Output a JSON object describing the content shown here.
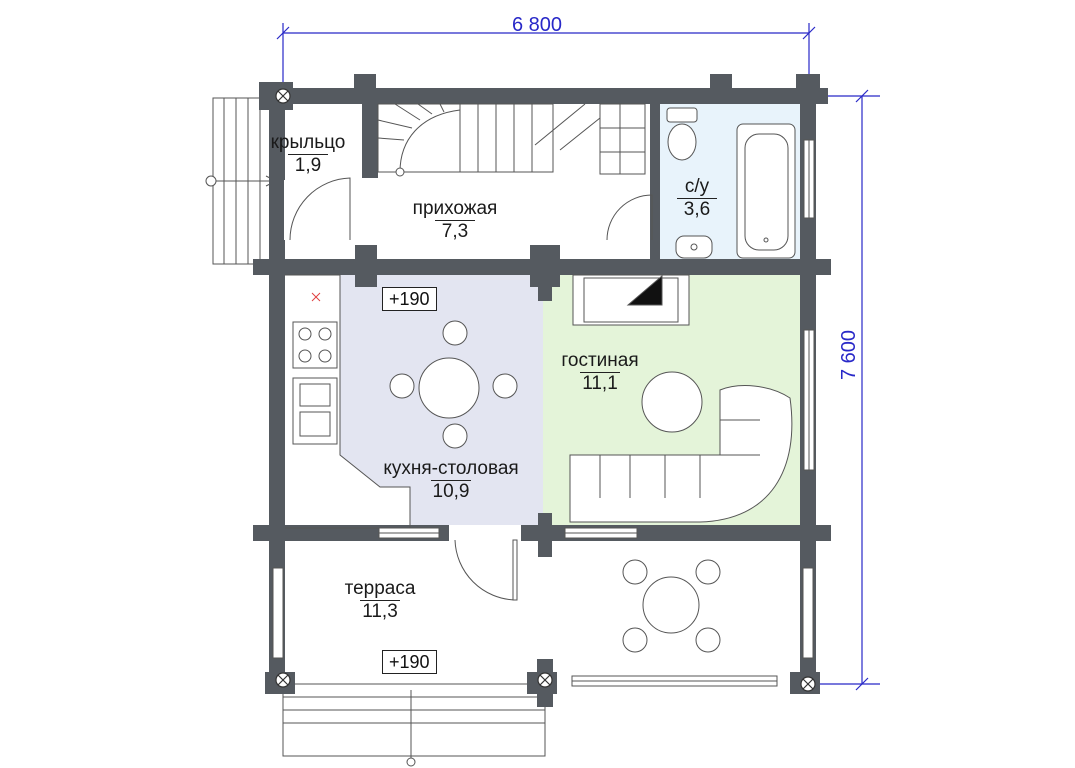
{
  "dimensions": {
    "width": "6 800",
    "height": "7 600"
  },
  "rooms": [
    {
      "key": "porch",
      "name": "крыльцо",
      "area": "1,9"
    },
    {
      "key": "hall",
      "name": "прихожая",
      "area": "7,3"
    },
    {
      "key": "bath",
      "name": "с/у",
      "area": "3,6"
    },
    {
      "key": "living",
      "name": "гостиная",
      "area": "11,1"
    },
    {
      "key": "kitchen",
      "name": "кухня-столовая",
      "area": "10,9"
    },
    {
      "key": "terrace",
      "name": "терраса",
      "area": "11,3"
    }
  ],
  "levels": [
    "+190",
    "+190"
  ],
  "colors": {
    "wall": "#555a60",
    "dimension": "#2828c8",
    "kitchen_fill": "#e3e5f1",
    "living_fill": "#e4f4d9",
    "bath_fill": "#e8f3fb"
  }
}
